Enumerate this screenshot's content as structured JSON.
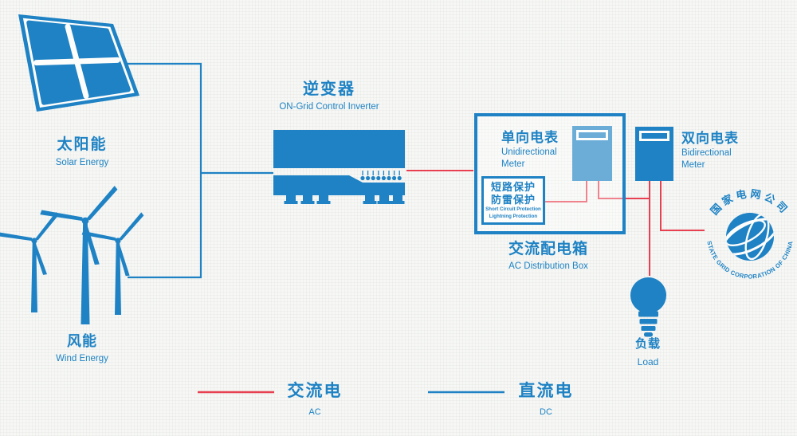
{
  "colors": {
    "blue": "#1e82c4",
    "red": "#e84051",
    "bg": "#f7f8f6"
  },
  "solar": {
    "title": "太阳能",
    "subtitle": "Solar Energy"
  },
  "wind": {
    "title": "风能",
    "subtitle": "Wind Energy"
  },
  "inverter": {
    "title": "逆变器",
    "subtitle": "ON-Grid Control Inverter"
  },
  "distribution_box": {
    "title": "交流配电箱",
    "subtitle": "AC Distribution Box",
    "unidirectional_meter": {
      "title": "单向电表",
      "subtitle_line1": "Unidirectional",
      "subtitle_line2": "Meter"
    },
    "protection": {
      "cn_line1": "短路保护",
      "cn_line2": "防雷保护",
      "en_line1": "Short Circuit Protection",
      "en_line2": "Lightning Protection"
    }
  },
  "bidirectional_meter": {
    "title": "双向电表",
    "subtitle_line1": "Bidirectional",
    "subtitle_line2": "Meter"
  },
  "grid_logo": {
    "cn": "国家电网公司",
    "en": "STATE GRID CORPORATION OF CHINA"
  },
  "load": {
    "title": "负载",
    "subtitle": "Load"
  },
  "legend": {
    "ac": {
      "title": "交流电",
      "subtitle": "AC"
    },
    "dc": {
      "title": "直流电",
      "subtitle": "DC"
    }
  }
}
